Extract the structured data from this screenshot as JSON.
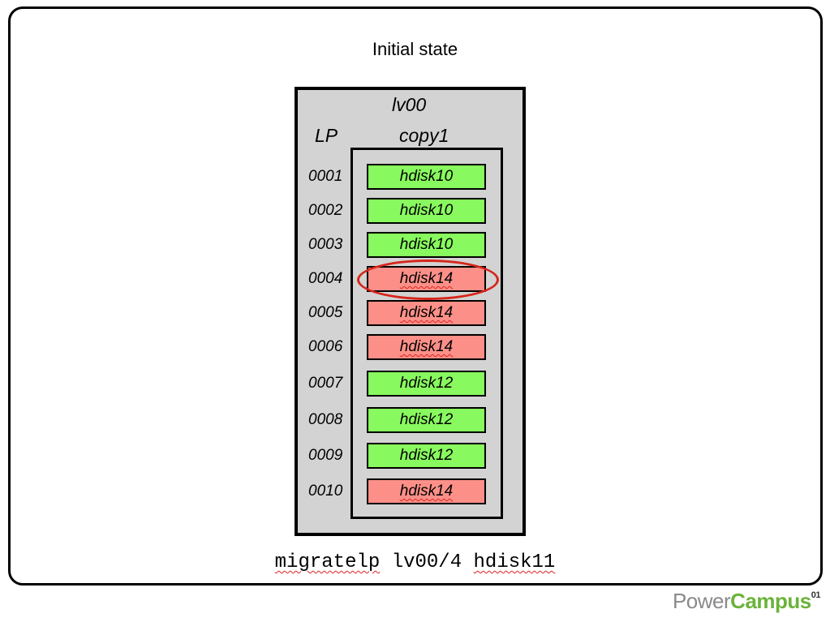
{
  "title": "Initial state",
  "lv_name": "lv00",
  "lp_header": "LP",
  "copy_header": "copy1",
  "rows": [
    {
      "lp": "0001",
      "disk": "hdisk10",
      "status": "green"
    },
    {
      "lp": "0002",
      "disk": "hdisk10",
      "status": "green"
    },
    {
      "lp": "0003",
      "disk": "hdisk10",
      "status": "green"
    },
    {
      "lp": "0004",
      "disk": "hdisk14",
      "status": "red"
    },
    {
      "lp": "0005",
      "disk": "hdisk14",
      "status": "red"
    },
    {
      "lp": "0006",
      "disk": "hdisk14",
      "status": "red"
    },
    {
      "lp": "0007",
      "disk": "hdisk12",
      "status": "green"
    },
    {
      "lp": "0008",
      "disk": "hdisk12",
      "status": "green"
    },
    {
      "lp": "0009",
      "disk": "hdisk12",
      "status": "green"
    },
    {
      "lp": "0010",
      "disk": "hdisk14",
      "status": "red"
    }
  ],
  "highlighted_lp": "0004",
  "command": {
    "cmd": "migratelp",
    "arg1": "lv00/4",
    "arg2": "hdisk11"
  },
  "logo": {
    "part1": "Power",
    "part2": "Campus",
    "sup": "01"
  },
  "colors": {
    "green": "#88f95e",
    "red": "#fc9088",
    "highlight": "#d7261a",
    "lv_background": "#d3d3d3"
  }
}
